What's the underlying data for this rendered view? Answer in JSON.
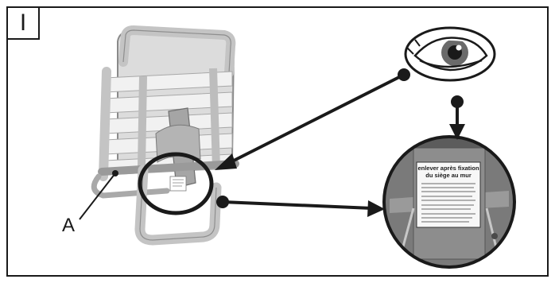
{
  "figure": {
    "step_number": "I",
    "callout_label": "A",
    "label_title": "enlever après fixation du siège au mur",
    "colors": {
      "ink": "#1a1a1a",
      "seat_frame": "#c9c9c9",
      "seat_slat": "#f1f1f1",
      "bracket": "#9a9a9a",
      "zoom_bg": "#7a7a7a"
    },
    "icons": [
      "eye-icon"
    ]
  }
}
